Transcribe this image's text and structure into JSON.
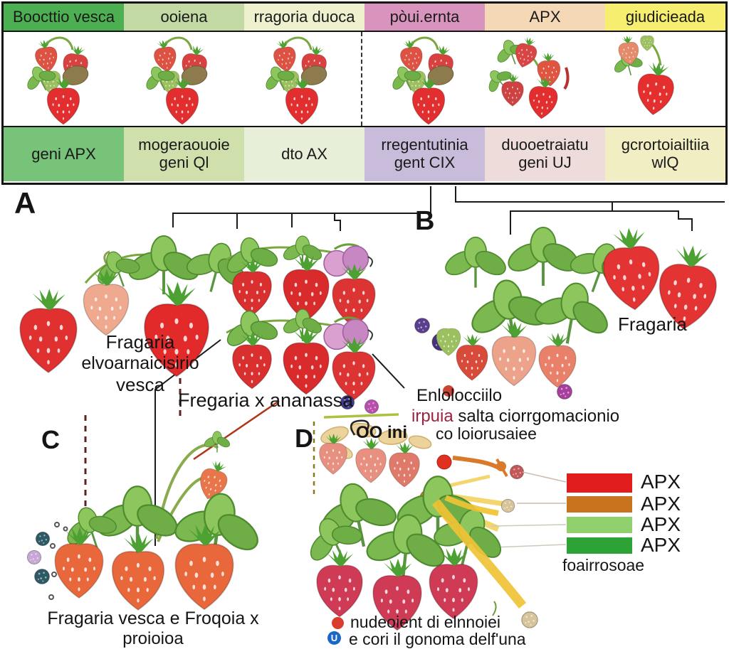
{
  "table": {
    "headers": [
      {
        "label": "Boocttio vesca",
        "bg": "#4cb052"
      },
      {
        "label": "ooiena",
        "bg": "#c3d9a4"
      },
      {
        "label": "rragoria duoca",
        "bg": "#eef0ce"
      },
      {
        "label": "pòui.ernta",
        "bg": "#d894bc"
      },
      {
        "label": "APX",
        "bg": "#f5d8b5"
      },
      {
        "label": "giudicieada",
        "bg": "#f5ee6e"
      }
    ],
    "footers": [
      {
        "label": "geni APX",
        "bg": "#77c379"
      },
      {
        "label": "mogeraouoie geni Ql",
        "bg": "#cfe0ac"
      },
      {
        "label": "dto AX",
        "bg": "#e7efd8"
      },
      {
        "label": "rregentutinia gent CIX",
        "bg": "#c9bcdb"
      },
      {
        "label": "duooetraiatu geni UJ",
        "bg": "#eddcd9"
      },
      {
        "label": "gcrortoiailtiia wlQ",
        "bg": "#f1eec4"
      }
    ]
  },
  "panel_labels": {
    "a": "A",
    "b": "B",
    "c": "C",
    "d": "D"
  },
  "panel_a": {
    "species_line1": "Fragaria",
    "species_line2": "elvoarnaicisirio",
    "species_line3": "vesca",
    "hybrid_label": "Fregaria x ananassa"
  },
  "panel_b": {
    "species_label": "Fragaria",
    "caption_line1": "Enlolocciilo",
    "caption_accent": "irpuia",
    "caption_rest": " salta ciorrgomacionio"
  },
  "panel_c": {
    "caption_line1": "Fragaria vesca e Froqoia x",
    "caption_line2": "proioioa"
  },
  "panel_d": {
    "top_note": "OO ini",
    "top_caption": "co loiorusaiee",
    "legend": [
      {
        "label": "APX",
        "color": "#e11c1c"
      },
      {
        "label": "APX",
        "color": "#c8741f"
      },
      {
        "label": "APX",
        "color": "#8fd06c"
      },
      {
        "label": "APX",
        "color": "#2ea335"
      }
    ],
    "legend_footer": "foairrosoae",
    "note_line1": "nudeoient di elnnoiei",
    "note_line2": "e cori il gonoma delf'una"
  }
}
